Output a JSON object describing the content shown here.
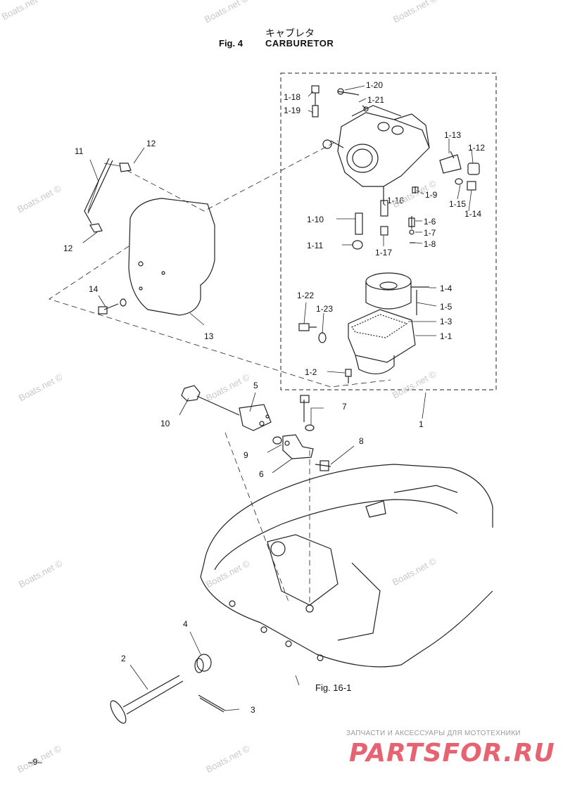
{
  "header": {
    "japanese_title": "キャブレタ",
    "figure_number": "Fig. 4",
    "title": "CARBURETOR"
  },
  "callouts": {
    "c1_20": "1-20",
    "c1_18": "1-18",
    "c1_21": "1-21",
    "c1_19": "1-19",
    "c1_13": "1-13",
    "c1_12": "1-12",
    "c1_9": "1-9",
    "c1_15": "1-15",
    "c1_14": "1-14",
    "c1_16": "1-16",
    "c1_10": "1-10",
    "c1_6": "1-6",
    "c1_7": "1-7",
    "c1_11": "1-11",
    "c1_17": "1-17",
    "c1_8": "1-8",
    "c1_4": "1-4",
    "c1_5": "1-5",
    "c1_22": "1-22",
    "c1_23": "1-23",
    "c1_3": "1-3",
    "c1_1": "1-1",
    "c1_2": "1-2",
    "c11": "11",
    "c12a": "12",
    "c12b": "12",
    "c14": "14",
    "c13": "13",
    "c1": "1",
    "c5": "5",
    "c7": "7",
    "c10": "10",
    "c8": "8",
    "c9": "9",
    "c6": "6",
    "c4": "4",
    "c2": "2",
    "c3": "3",
    "fig16": "Fig. 16-1"
  },
  "watermark": "Boats.net ©",
  "footer": {
    "page_number": "–9–",
    "shop_caption": "ЗАПЧАСТИ И АКСЕССУАРЫ ДЛЯ МОТОТЕХНИКИ",
    "shop_brand": "PARTSFOR.RU"
  }
}
